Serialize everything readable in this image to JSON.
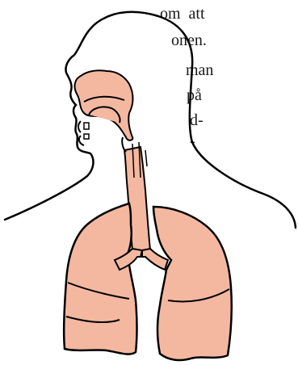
{
  "text_fragments": [
    "om  att",
    "onen.",
    "man",
    "på",
    "d-",
    "-"
  ],
  "colors": {
    "organ_fill": "#f4b8a0",
    "outline": "#000000",
    "background": "#ffffff"
  },
  "figure": {
    "icon": "respiratory-system-illustration"
  }
}
